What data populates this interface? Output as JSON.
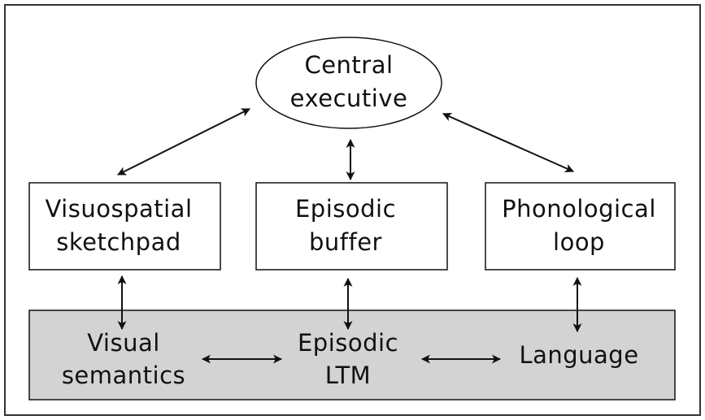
{
  "diagram": {
    "nodes": {
      "central_executive": {
        "line1": "Central",
        "line2": "executive"
      },
      "visuospatial_sketchpad": {
        "line1": "Visuospatial",
        "line2": "sketchpad"
      },
      "episodic_buffer": {
        "line1": "Episodic",
        "line2": "buffer"
      },
      "phonological_loop": {
        "line1": "Phonological",
        "line2": "loop"
      },
      "visual_semantics": {
        "line1": "Visual",
        "line2": "semantics"
      },
      "episodic_ltm": {
        "line1": "Episodic",
        "line2": "LTM"
      },
      "language": {
        "line1": "Language"
      }
    },
    "edges": [
      {
        "from": "central_executive",
        "to": "visuospatial_sketchpad",
        "direction": "bidirectional"
      },
      {
        "from": "central_executive",
        "to": "episodic_buffer",
        "direction": "bidirectional"
      },
      {
        "from": "central_executive",
        "to": "phonological_loop",
        "direction": "bidirectional"
      },
      {
        "from": "visuospatial_sketchpad",
        "to": "visual_semantics",
        "direction": "bidirectional"
      },
      {
        "from": "episodic_buffer",
        "to": "episodic_ltm",
        "direction": "bidirectional"
      },
      {
        "from": "phonological_loop",
        "to": "language",
        "direction": "bidirectional"
      },
      {
        "from": "visual_semantics",
        "to": "episodic_ltm",
        "direction": "bidirectional"
      },
      {
        "from": "episodic_ltm",
        "to": "language",
        "direction": "bidirectional"
      }
    ],
    "colors": {
      "stroke": "#111111",
      "box_fill": "#ffffff",
      "ltm_panel_fill": "#d3d3d3",
      "frame": "#333333"
    }
  }
}
